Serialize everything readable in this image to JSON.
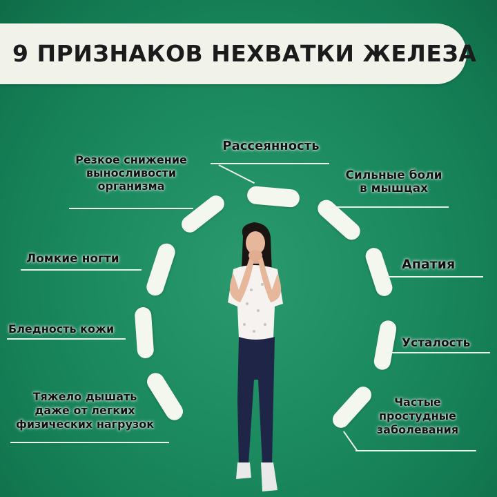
{
  "title": "9 ПРИЗНАКОВ НЕХВАТКИ ЖЕЛЕЗА",
  "signs": {
    "distraction": "Рассеянность",
    "endurance": "Резкое снижение\nвыносливости\nорганизма",
    "muscle_pain": "Сильные боли\nв мышцах",
    "nails": "Ломкие ногти",
    "apathy": "Апатия",
    "pale_skin": "Бледность кожи",
    "fatigue": "Усталость",
    "breathing": "Тяжело дышать\nдаже от легких\nфизических нагрузок",
    "colds": "Частые\nпростудные\nзаболевания"
  },
  "colors": {
    "background": "#1c8a5f",
    "banner": "#f1f3ea",
    "dash": "#f4f7ee",
    "text": "#111111"
  }
}
